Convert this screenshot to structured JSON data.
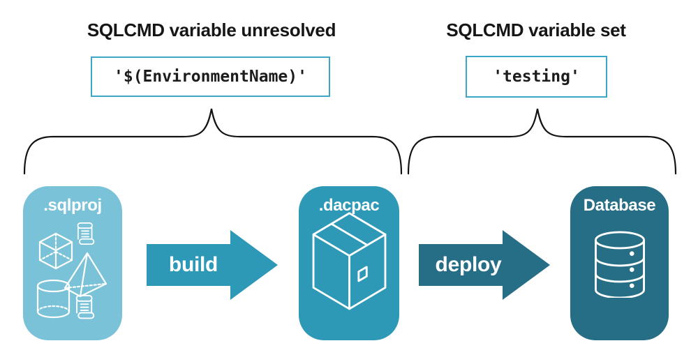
{
  "annotations": {
    "unresolved": {
      "heading": "SQLCMD variable unresolved",
      "code": "'$(EnvironmentName)'"
    },
    "set": {
      "heading": "SQLCMD variable set",
      "code": "'testing'"
    }
  },
  "pipeline": {
    "nodes": [
      {
        "id": "sqlproj",
        "label": ".sqlproj",
        "icon": "sql-objects-icon"
      },
      {
        "id": "dacpac",
        "label": ".dacpac",
        "icon": "package-icon"
      },
      {
        "id": "database",
        "label": "Database",
        "icon": "database-icon"
      }
    ],
    "arrows": [
      {
        "label": "build"
      },
      {
        "label": "deploy"
      }
    ]
  },
  "colors": {
    "sqlproj_fill": "#7ac2d8",
    "teal_fill": "#2e99b7",
    "dark_teal_fill": "#256e86",
    "code_border": "#3ca6c6",
    "ink": "#121212"
  }
}
